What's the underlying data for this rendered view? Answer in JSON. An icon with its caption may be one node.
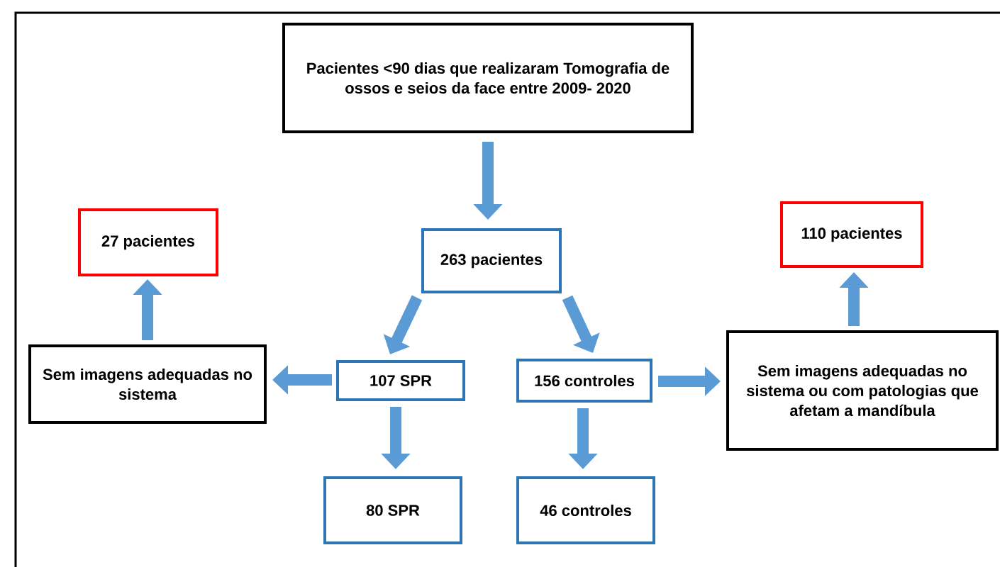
{
  "diagram": {
    "nodes": [
      {
        "text": [
          "Pacientes <90 dias que realizaram Tomografia de ossos e seios da face entre 2009- 2020"
        ]
      },
      {
        "text": [
          "263 pacientes"
        ]
      },
      {
        "text": [
          "27 pacientes"
        ]
      },
      {
        "text": [
          "110 pacientes"
        ]
      },
      {
        "text": [
          "Sem imagens adequadas no sistema"
        ]
      },
      {
        "text": [
          "107 SPR"
        ]
      },
      {
        "text": [
          "156 controles"
        ]
      },
      {
        "text": [
          "Sem imagens adequadas no sistema ou com patologias que afetam a mandíbula"
        ]
      },
      {
        "text": [
          "80 SPR"
        ]
      },
      {
        "text": [
          "46 controles"
        ]
      }
    ],
    "edges": [
      {
        "from": 0,
        "to": 1,
        "arrow": "to"
      },
      {
        "from": 1,
        "to": 5,
        "arrow": "to"
      },
      {
        "from": 1,
        "to": 6,
        "arrow": "to"
      },
      {
        "from": 5,
        "to": 4,
        "arrow": "to"
      },
      {
        "from": 5,
        "to": 8,
        "arrow": "to"
      },
      {
        "from": 6,
        "to": 7,
        "arrow": "to"
      },
      {
        "from": 6,
        "to": 9,
        "arrow": "to"
      },
      {
        "from": 4,
        "to": 2,
        "arrow": "to"
      },
      {
        "from": 7,
        "to": 3,
        "arrow": "to"
      }
    ]
  }
}
